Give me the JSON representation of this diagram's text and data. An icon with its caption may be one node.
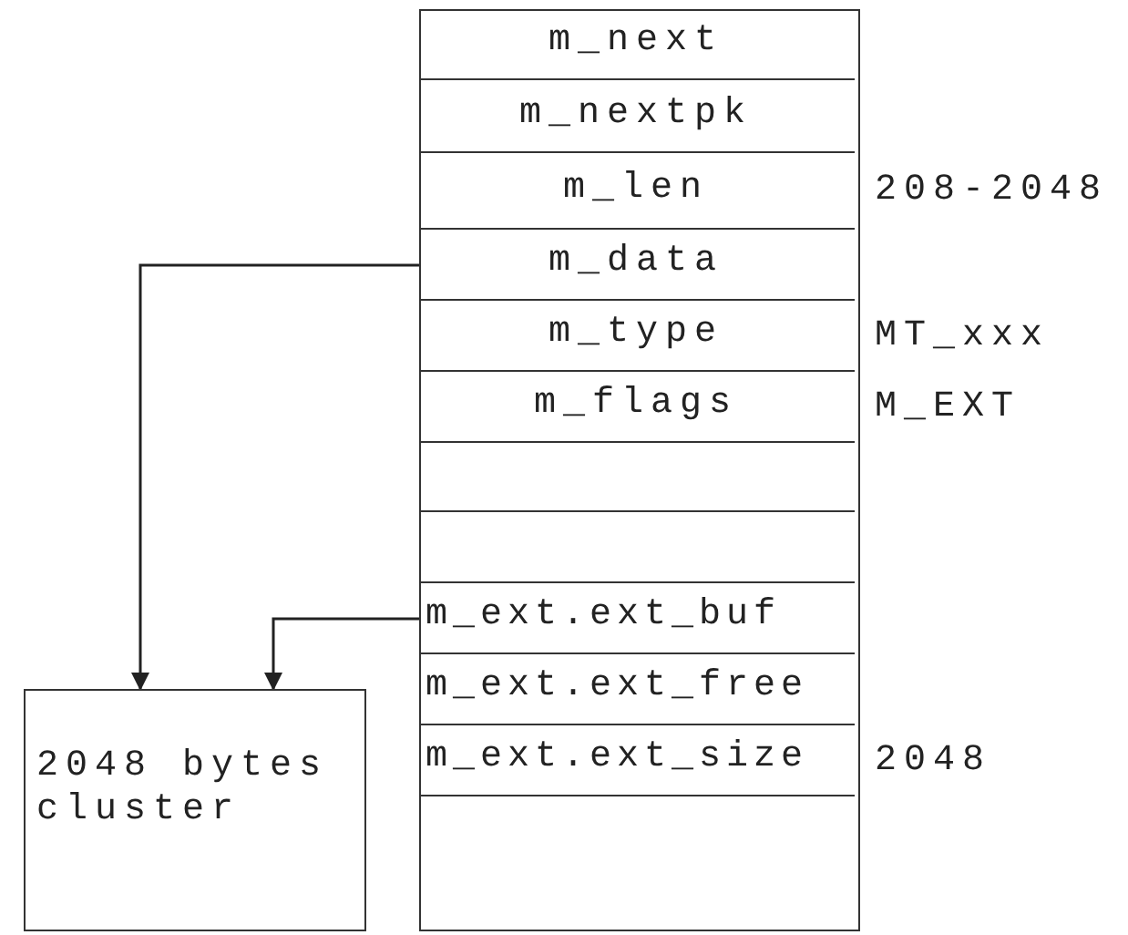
{
  "diagram": {
    "nodes": [
      {
        "text": [],
        "shape": "box"
      },
      {
        "text": [
          "m_next"
        ],
        "in": 0
      },
      {
        "text": [
          "m_nextpk"
        ],
        "in": 0
      },
      {
        "text": [
          "m_len"
        ],
        "in": 0,
        "beside": [
          "208-2048"
        ]
      },
      {
        "text": [
          "m_data"
        ],
        "in": 0
      },
      {
        "text": [
          "m_type"
        ],
        "in": 0,
        "beside": [
          "MT_xxx"
        ]
      },
      {
        "text": [
          "m_flags"
        ],
        "in": 0,
        "beside": [
          "M_EXT"
        ]
      },
      {
        "text": [],
        "shape": "box",
        "in": 0
      },
      {
        "text": [],
        "shape": "box",
        "in": 0
      },
      {
        "text": [
          "m_ext.ext_buf"
        ],
        "in": 0
      },
      {
        "text": [
          "m_ext.ext_free"
        ],
        "in": 0
      },
      {
        "text": [
          "m_ext.ext_size"
        ],
        "in": 0,
        "beside": [
          "2048"
        ]
      },
      {
        "text": [
          "2048 bytes cluster"
        ]
      }
    ],
    "edges": [
      {
        "from": 4,
        "to": 12,
        "arrow": "to"
      },
      {
        "from": 9,
        "to": 12,
        "arrow": "to"
      }
    ]
  }
}
